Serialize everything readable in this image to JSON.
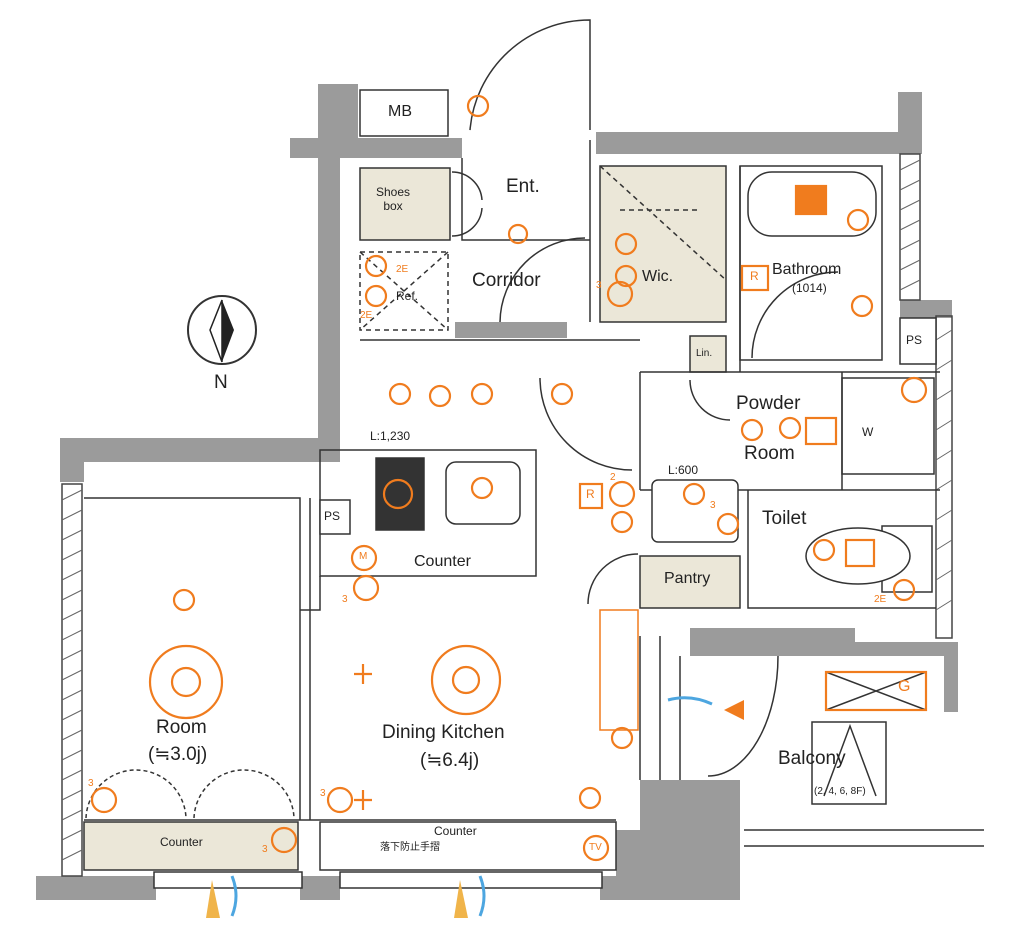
{
  "rooms": {
    "mb": "MB",
    "ent": "Ent.",
    "shoes_box": "Shoes\nbox",
    "corridor": "Corridor",
    "ref": "Ref.",
    "wic": "Wic.",
    "bathroom": "Bathroom",
    "bathroom_size": "(1014)",
    "ps_right": "PS",
    "lin": "Lin.",
    "powder": "Powder",
    "powder_room": "Room",
    "w": "W",
    "l_1230": "L:1,230",
    "l_600": "L:600",
    "ps_left": "PS",
    "counter_kitchen": "Counter",
    "toilet": "Toilet",
    "pantry": "Pantry",
    "room": "Room",
    "room_size": "(≒3.0j)",
    "dining_kitchen": "Dining Kitchen",
    "dining_size": "(≒6.4j)",
    "balcony": "Balcony",
    "balcony_floors": "(2, 4, 6, 8F)",
    "counter_bottom_left": "Counter",
    "counter_bottom_right": "Counter",
    "fall_prevention": "落下防止手摺",
    "g": "G",
    "tv": "TV",
    "r1": "R",
    "r2": "R",
    "m": "M",
    "n3a": "3",
    "n3b": "3",
    "n3c": "3",
    "n3d": "3",
    "n3e": "3",
    "n3f": "3",
    "n2e_a": "2E",
    "n2e_b": "2E",
    "n2e_c": "2E",
    "n2": "2"
  },
  "compass": {
    "label": "N"
  },
  "colors": {
    "wall": "#9b9b9b",
    "accent": "#f07c1e",
    "fixture": "#ebe7d8",
    "line": "#333333",
    "water": "#4da6e0"
  }
}
